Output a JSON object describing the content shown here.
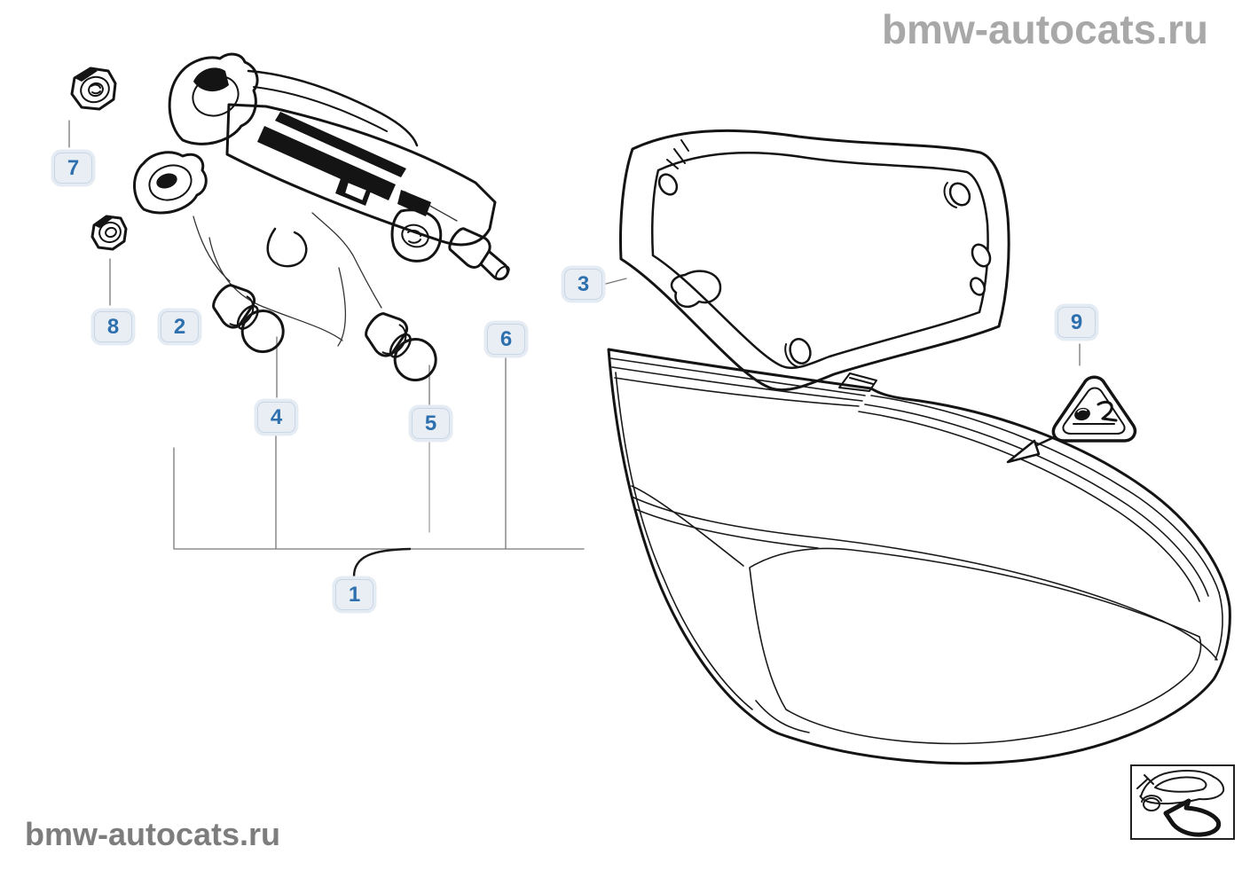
{
  "watermarks": {
    "top": "bmw-autocats.ru",
    "bottom": "bmw-autocats.ru"
  },
  "callouts": [
    {
      "label": "1"
    },
    {
      "label": "2"
    },
    {
      "label": "3"
    },
    {
      "label": "4"
    },
    {
      "label": "5"
    },
    {
      "label": "6"
    },
    {
      "label": "7"
    },
    {
      "label": "8"
    },
    {
      "label": "9"
    }
  ],
  "icons": {
    "warning_label": "crush-hazard-warning-triangle-icon",
    "overview_thumbnail": "car-rear-location-arrow-icon"
  },
  "colors": {
    "badge_bg": "#e9eef5",
    "badge_border": "#c9d6e6",
    "badge_glow": "#e4ebf3",
    "badge_text": "#2e6fae",
    "watermark_top": "#a8a8a8",
    "watermark_bottom": "#7d7d7d",
    "line_art": "#141414",
    "leader_line": "#777777"
  }
}
